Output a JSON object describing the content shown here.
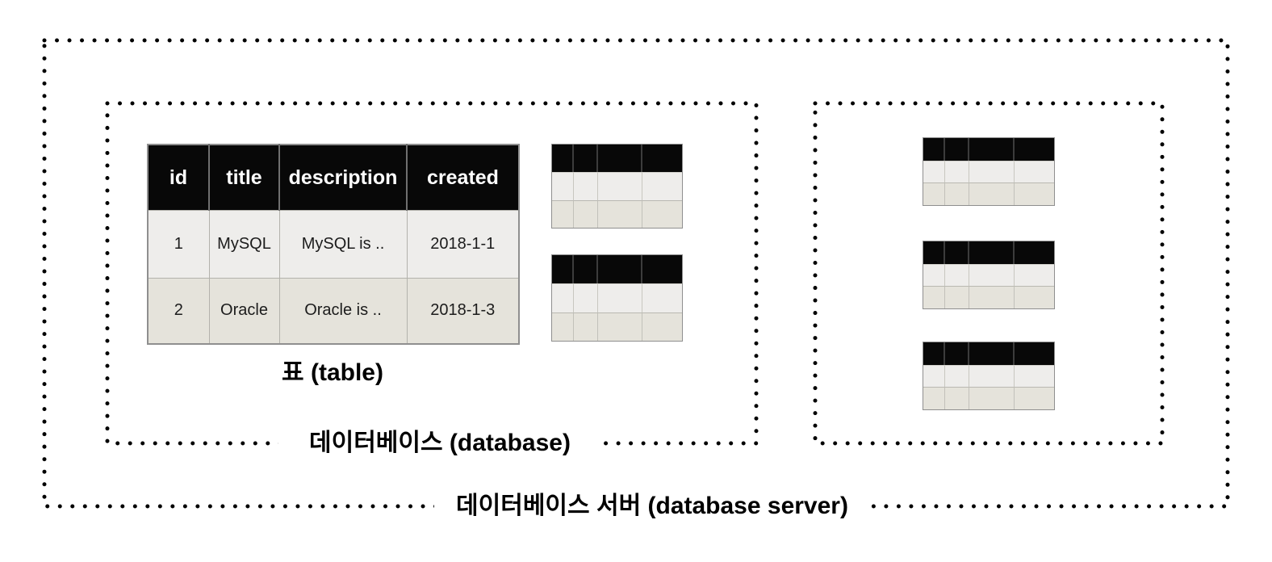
{
  "diagram": {
    "server_box_label": "데이터베이스 서버 (database server)",
    "database_box_label": "데이터베이스 (database)",
    "table_caption": "표 (table)"
  },
  "main_table": {
    "columns": [
      "id",
      "title",
      "description",
      "created"
    ],
    "rows": [
      [
        "1",
        "MySQL",
        "MySQL is ..",
        "2018-1-1"
      ],
      [
        "2",
        "Oracle",
        "Oracle is ..",
        "2018-1-3"
      ]
    ]
  },
  "colors": {
    "background": "#ffffff",
    "dot_color": "#000000",
    "header_bg": "#080808",
    "header_text": "#ffffff",
    "row_odd_bg": "#eeedeb",
    "row_even_bg": "#e5e3db",
    "cell_border": "#b3b2ac",
    "table_outline": "#8f8f8f",
    "label_text": "#000000"
  }
}
